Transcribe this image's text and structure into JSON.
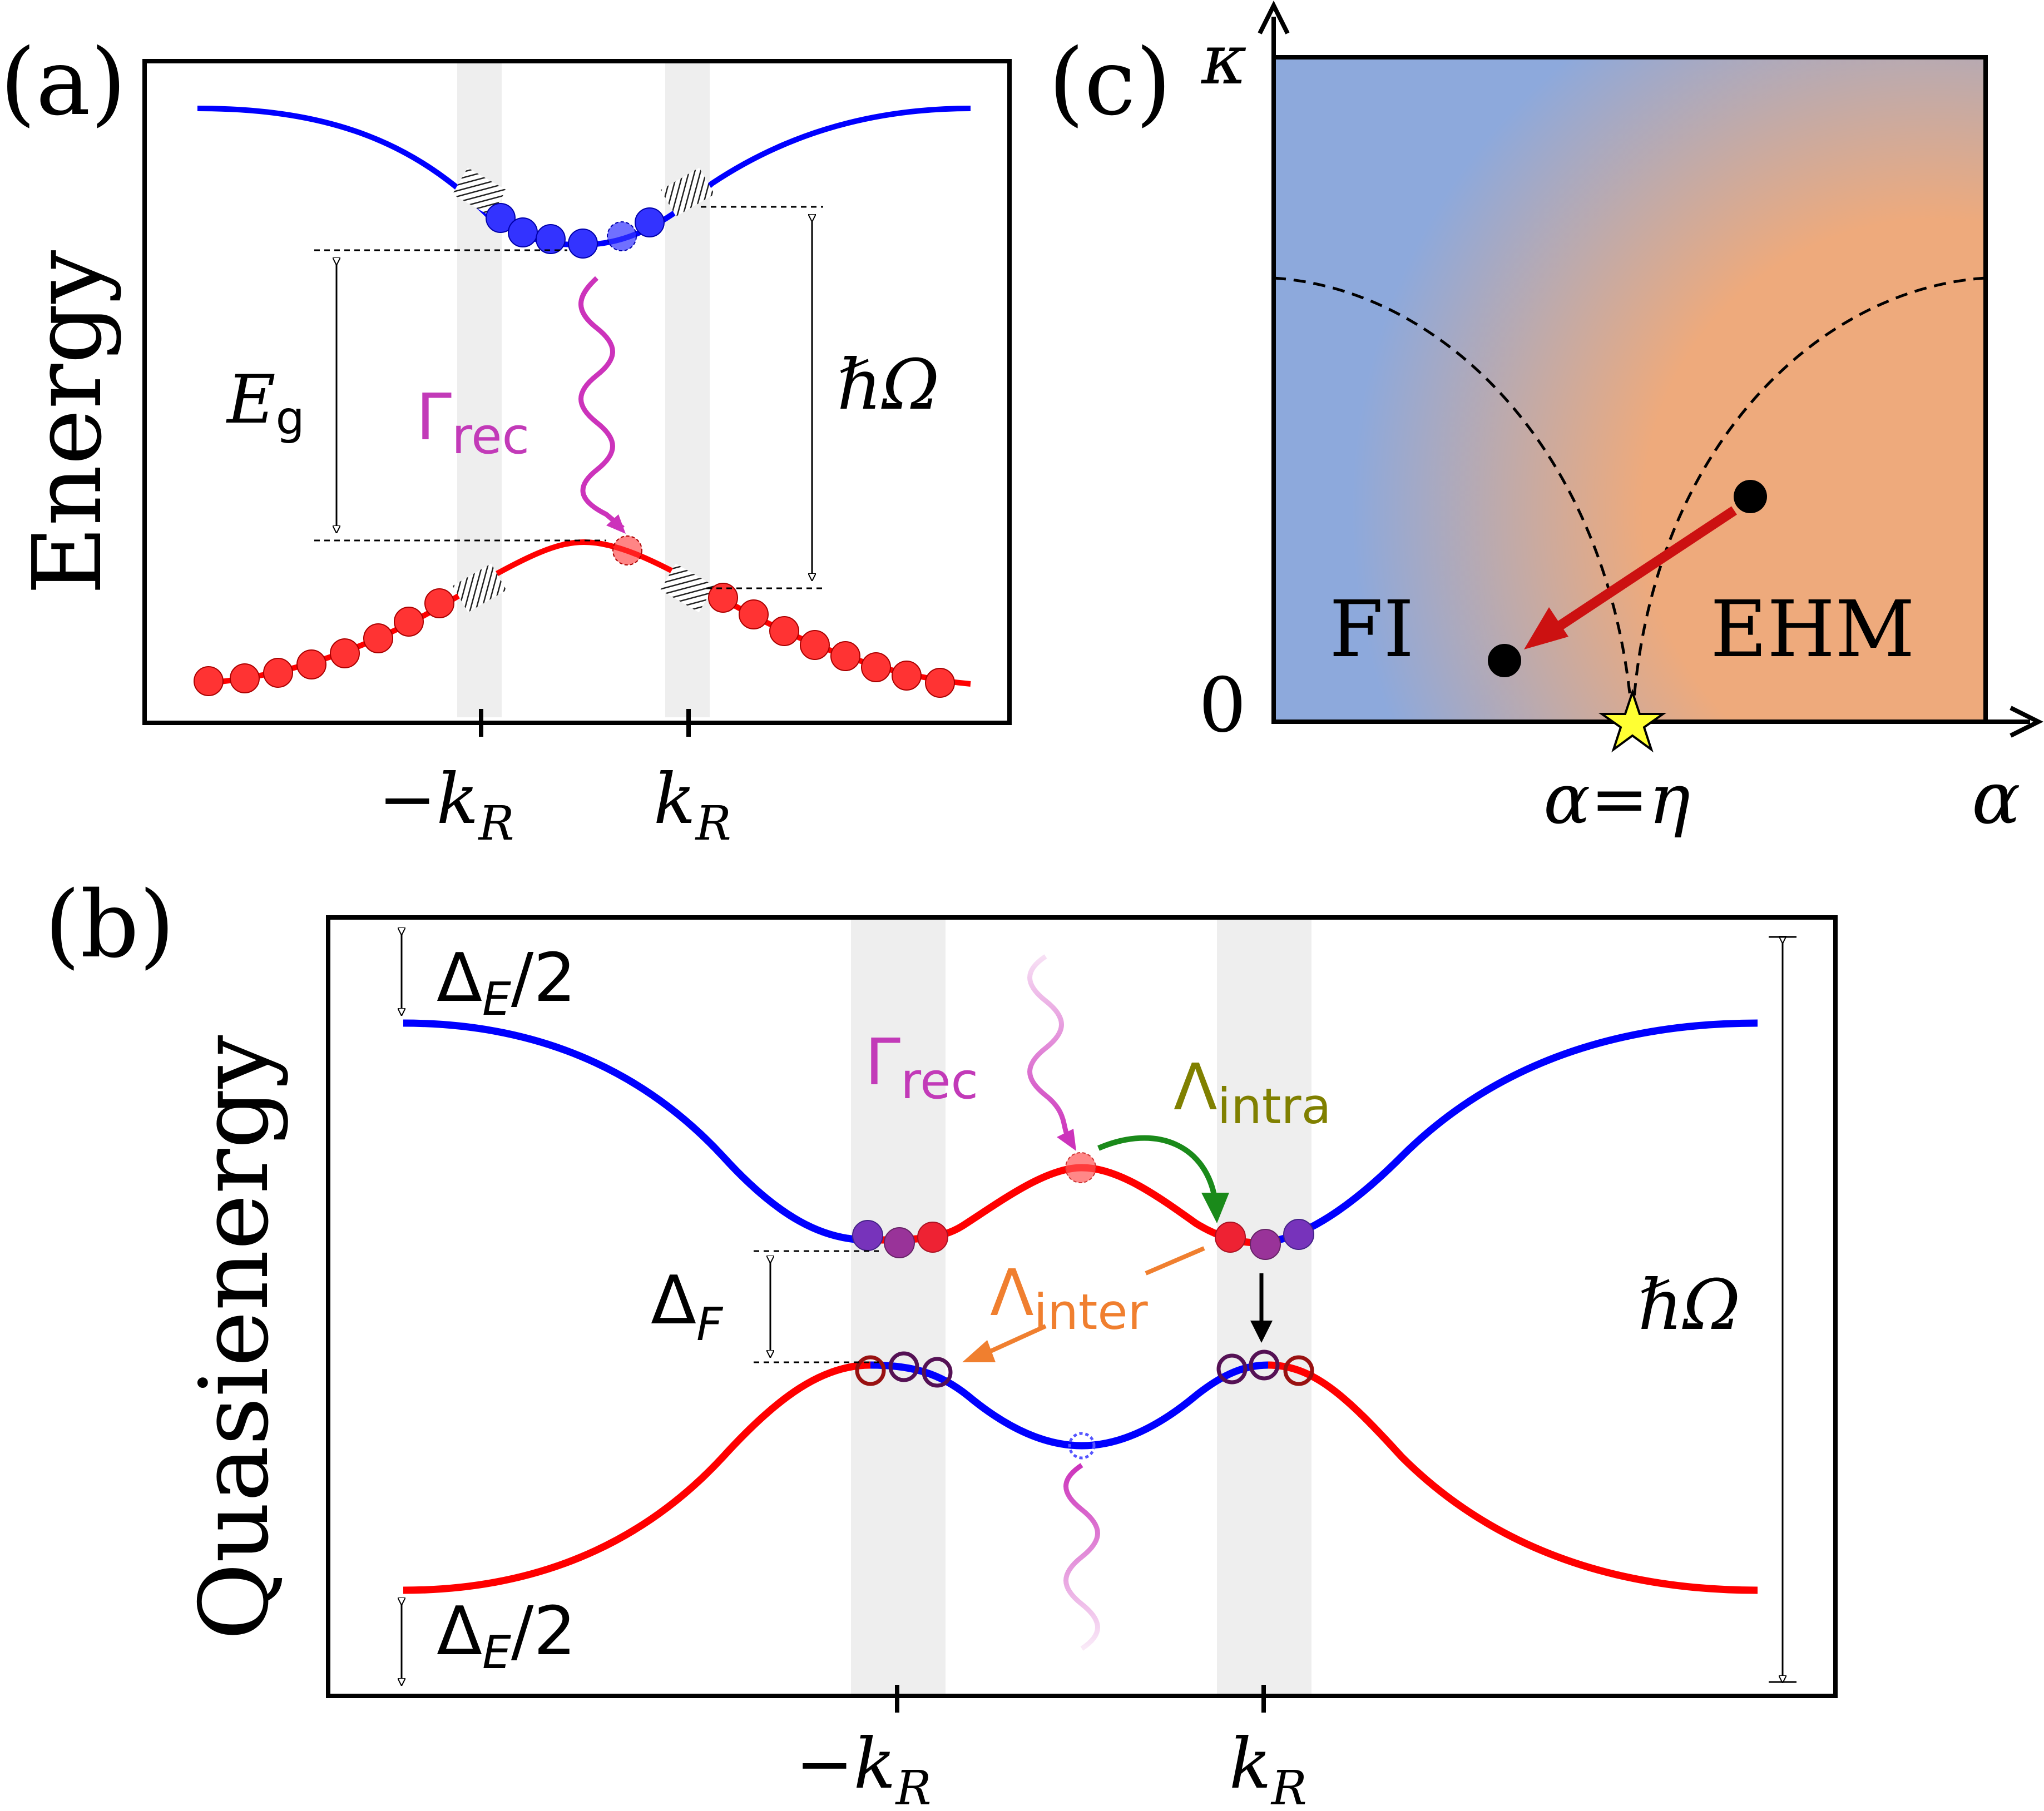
{
  "panel_a": {
    "tag": "(a)",
    "ylabel": "Energy",
    "gap_label": "E",
    "gap_sub": "g",
    "drive_label": "ℏΩ",
    "rec_label": "Γ",
    "rec_sub": "rec",
    "tick_left": "−k",
    "tick_right": "k",
    "tick_sub": "R"
  },
  "panel_b": {
    "tag": "(b)",
    "ylabel": "Quasienergy",
    "half_gap_top": "Δ",
    "half_gap_top_sub": "E",
    "half_gap_top_tail": "/2",
    "half_gap_bottom": "Δ",
    "half_gap_bottom_sub": "E",
    "half_gap_bottom_tail": "/2",
    "floquet_gap": "Δ",
    "floquet_gap_sub": "F",
    "drive_label": "ℏΩ",
    "rec_label": "Γ",
    "rec_sub": "rec",
    "intra_label": "Λ",
    "intra_sub": "intra",
    "inter_label": "Λ",
    "inter_sub": "inter",
    "tick_left": "−k",
    "tick_right": "k",
    "tick_sub": "R"
  },
  "panel_c": {
    "tag": "(c)",
    "ylabel": "κ",
    "xlabel": "α",
    "origin": "0",
    "crit_label": "α=η",
    "phase_left": "FI",
    "phase_right": "EHM"
  },
  "colors": {
    "blue": "#0000ff",
    "red": "#ff0000",
    "purple_band": "#cc3399",
    "green": "#1a8a1a",
    "olive": "#808000",
    "orange": "#f07f2f",
    "fi_region": "#8da9dc",
    "ehm_region": "#eeaa7c",
    "arrow_red": "#cc1111",
    "star": "#ffff33"
  }
}
